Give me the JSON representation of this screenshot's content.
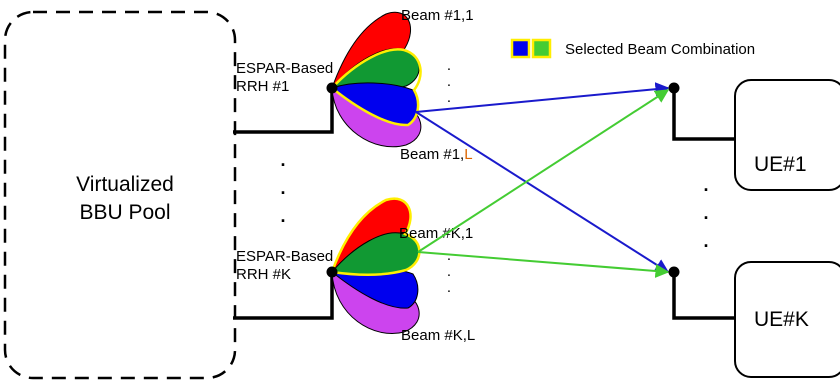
{
  "bbu_pool": {
    "line1": "Virtualized",
    "line2": "BBU Pool"
  },
  "rrhs": [
    {
      "line1": "ESPAR-Based",
      "line2": "RRH #1",
      "beam_top": "Beam #1,1",
      "beam_bottom_prefix": "Beam #1,",
      "beam_bottom_suffix": "L"
    },
    {
      "line1": "ESPAR-Based",
      "line2": "RRH #K",
      "beam_top": "Beam #K,1",
      "beam_bottom_prefix": "Beam #K,L",
      "beam_bottom_suffix": ""
    }
  ],
  "ues": [
    {
      "label": "UE#1"
    },
    {
      "label": "UE#K"
    }
  ],
  "legend": {
    "label": "Selected Beam Combination"
  },
  "ellipsis": ".",
  "colors": {
    "beam_red": "#ff0000",
    "beam_green": "#119933",
    "beam_blue": "#0000ee",
    "beam_purple": "#cc44ee",
    "highlight": "#ffee00",
    "link_blue": "#1a1acc",
    "link_green": "#44cc33",
    "suffix_orange": "#dd6600"
  }
}
